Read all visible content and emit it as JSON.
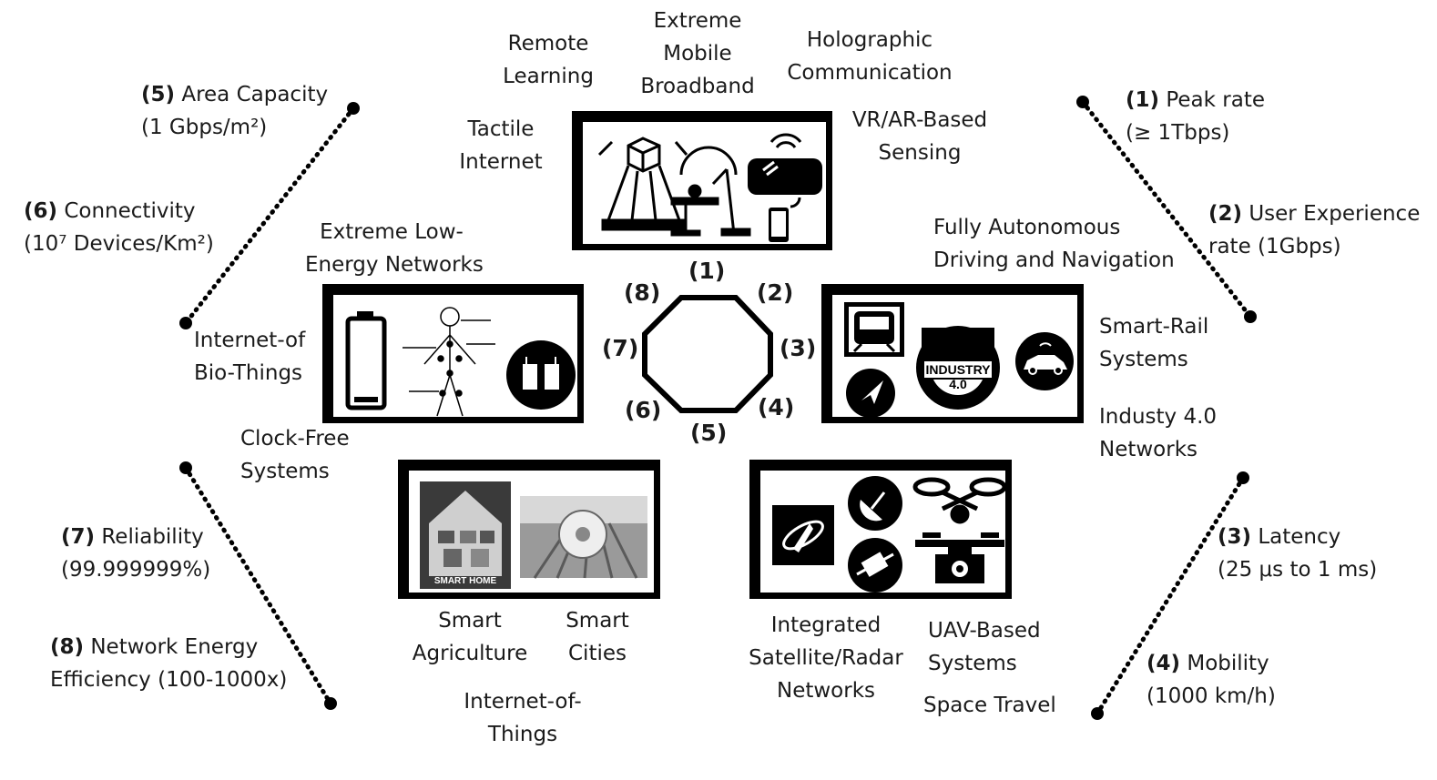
{
  "center_numbers": [
    "(1)",
    "(2)",
    "(3)",
    "(4)",
    "(5)",
    "(6)",
    "(7)",
    "(8)"
  ],
  "kpis": {
    "k1": {
      "bold": "(1)",
      "line1": "Peak rate",
      "line2": "(≥ 1Tbps)"
    },
    "k2": {
      "bold": "(2)",
      "line1": "User Experience",
      "line2": "rate (1Gbps)"
    },
    "k3": {
      "bold": "(3)",
      "line1": "Latency",
      "line2": "(25 μs to 1 ms)"
    },
    "k4": {
      "bold": "(4)",
      "line1": "Mobility",
      "line2": "(1000 km/h)"
    },
    "k5": {
      "bold": "(5)",
      "line1": "Area Capacity",
      "line2": "(1 Gbps/m²)"
    },
    "k6": {
      "bold": "(6)",
      "line1": "Connectivity",
      "line2": "(10⁷ Devices/Km²)"
    },
    "k7": {
      "bold": "(7)",
      "line1": "Reliability",
      "line2": "(99.999999%)"
    },
    "k8": {
      "bold": "(8)",
      "line1": "Network Energy",
      "line2": "Efficiency (100-1000x)"
    }
  },
  "apps": {
    "remote_learning": [
      "Remote",
      "Learning"
    ],
    "extreme_mobile_broadband": [
      "Extreme",
      "Mobile",
      "Broadband"
    ],
    "holographic": [
      "Holographic",
      "Communication"
    ],
    "tactile_internet": [
      "Tactile",
      "Internet"
    ],
    "vr_ar": [
      "VR/AR-Based",
      "Sensing"
    ],
    "low_energy": [
      "Extreme Low-",
      "Energy Networks"
    ],
    "autonomous": [
      "Fully Autonomous",
      "Driving and Navigation"
    ],
    "iobt": [
      "Internet-of",
      "Bio-Things"
    ],
    "smart_rail": [
      "Smart-Rail",
      "Systems"
    ],
    "industry40": [
      "Industy 4.0",
      "Networks"
    ],
    "clock_free": [
      "Clock-Free",
      "Systems"
    ],
    "smart_agriculture": [
      "Smart",
      "Agriculture"
    ],
    "smart_cities": [
      "Smart",
      "Cities"
    ],
    "iot": [
      "Internet-of-",
      "Things"
    ],
    "satellite": [
      "Integrated",
      "Satellite/Radar",
      "Networks"
    ],
    "uav": [
      "UAV-Based",
      "Systems"
    ],
    "space_travel": [
      "Space Travel"
    ]
  },
  "panel_labels": {
    "smart_home": "SMART HOME",
    "industry_line1": "INDUSTRY",
    "industry_line2": "4.0"
  },
  "icons": [
    "hologram-icon",
    "surgery-robot-icon",
    "vr-headset-icon",
    "smartphone-icon",
    "battery-icon",
    "body-sensor-icon",
    "walkie-talkie-icon",
    "train-icon",
    "navigation-icon",
    "industry-gear-icon",
    "connected-car-icon",
    "smart-home-icon",
    "agriculture-field-icon",
    "rocket-orbit-icon",
    "satellite-dish-icon",
    "satellite-icon",
    "drone-icon",
    "camera-drone-icon"
  ],
  "colors": {
    "ink": "#000000",
    "text": "#1a1a1a",
    "background": "#ffffff"
  }
}
